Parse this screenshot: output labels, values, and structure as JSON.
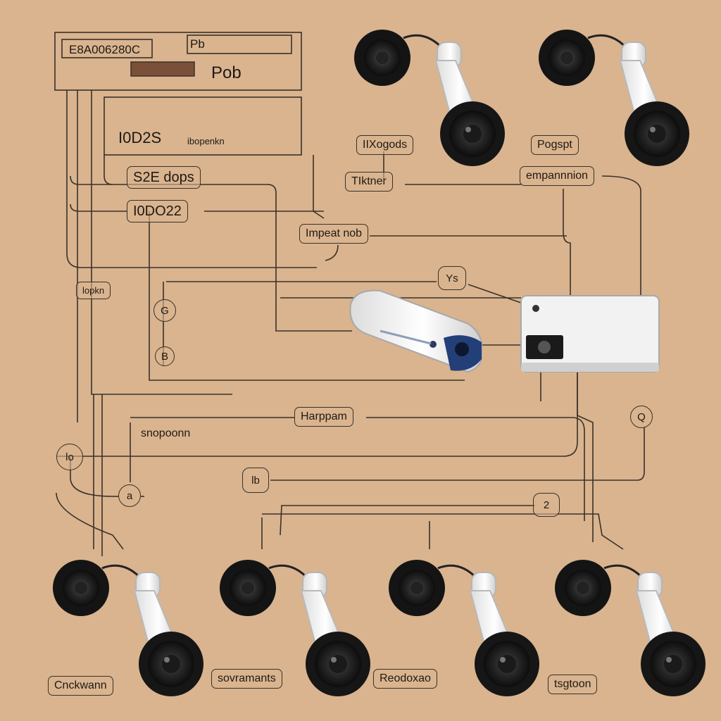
{
  "diagram": {
    "header_code": "E8A006280C",
    "header_code_2": "Pb",
    "header_pob": "Pob",
    "rack_label": "I0D2S",
    "rack_sub": "ibopenkn",
    "label_2e": "S2E dops",
    "label_10d": "I0DO22",
    "label_node_left": "lopkn",
    "label_cam_top_1": "IIXogods",
    "label_cam_top_2": "Pogspt",
    "label_tkt": "TIktner",
    "label_emp": "empannnion",
    "label_imp": "Impeat nob",
    "badge_ys": "Ys",
    "badge_g": "G",
    "badge_b": "B",
    "badge_qr": "Q",
    "badge_a": "a",
    "badge_lo": "lo",
    "badge_lb": "lb",
    "badge_2": "2",
    "label_harp": "Harppam",
    "label_snd": "snopoonn",
    "cam_labels": [
      "Cnckwann",
      "sovramants",
      "Reodoxao",
      "tsgtoon"
    ]
  }
}
